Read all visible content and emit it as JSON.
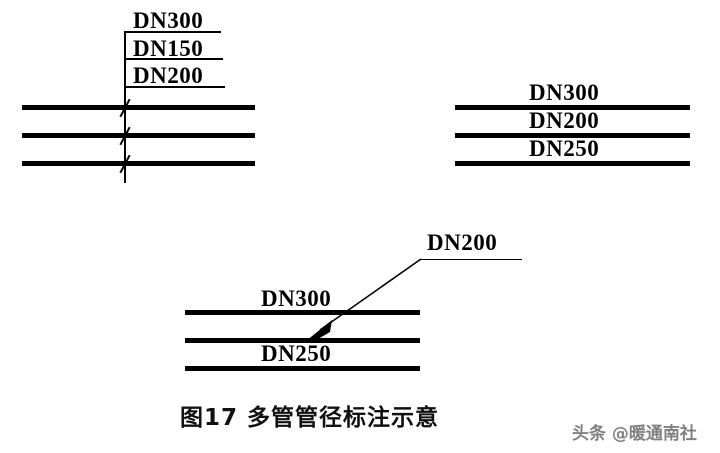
{
  "figure": {
    "caption": "图17  多管管径标注示意",
    "watermark": "头条 @暖通南社",
    "ink_color": "#000000",
    "background_color": "#ffffff"
  },
  "diagram_left": {
    "name": "stacked-leader-annotation",
    "labels": [
      {
        "text": "DN300",
        "pipe_index": 1
      },
      {
        "text": "DN150",
        "pipe_index": 2
      },
      {
        "text": "DN200",
        "pipe_index": 3
      }
    ],
    "pipe_count": 3
  },
  "diagram_right": {
    "name": "inline-above-pipe-annotation",
    "labels": [
      {
        "text": "DN300",
        "pipe_index": 1
      },
      {
        "text": "DN200",
        "pipe_index": 2
      },
      {
        "text": "DN250",
        "pipe_index": 3
      }
    ],
    "pipe_count": 3
  },
  "diagram_bottom": {
    "name": "arrow-leader-annotation",
    "labels": [
      {
        "text": "DN300",
        "pipe_index": 1,
        "placement": "above-pipe"
      },
      {
        "text": "DN200",
        "pipe_index": 2,
        "placement": "arrow-leader"
      },
      {
        "text": "DN250",
        "pipe_index": 3,
        "placement": "above-pipe"
      }
    ],
    "pipe_count": 3
  }
}
